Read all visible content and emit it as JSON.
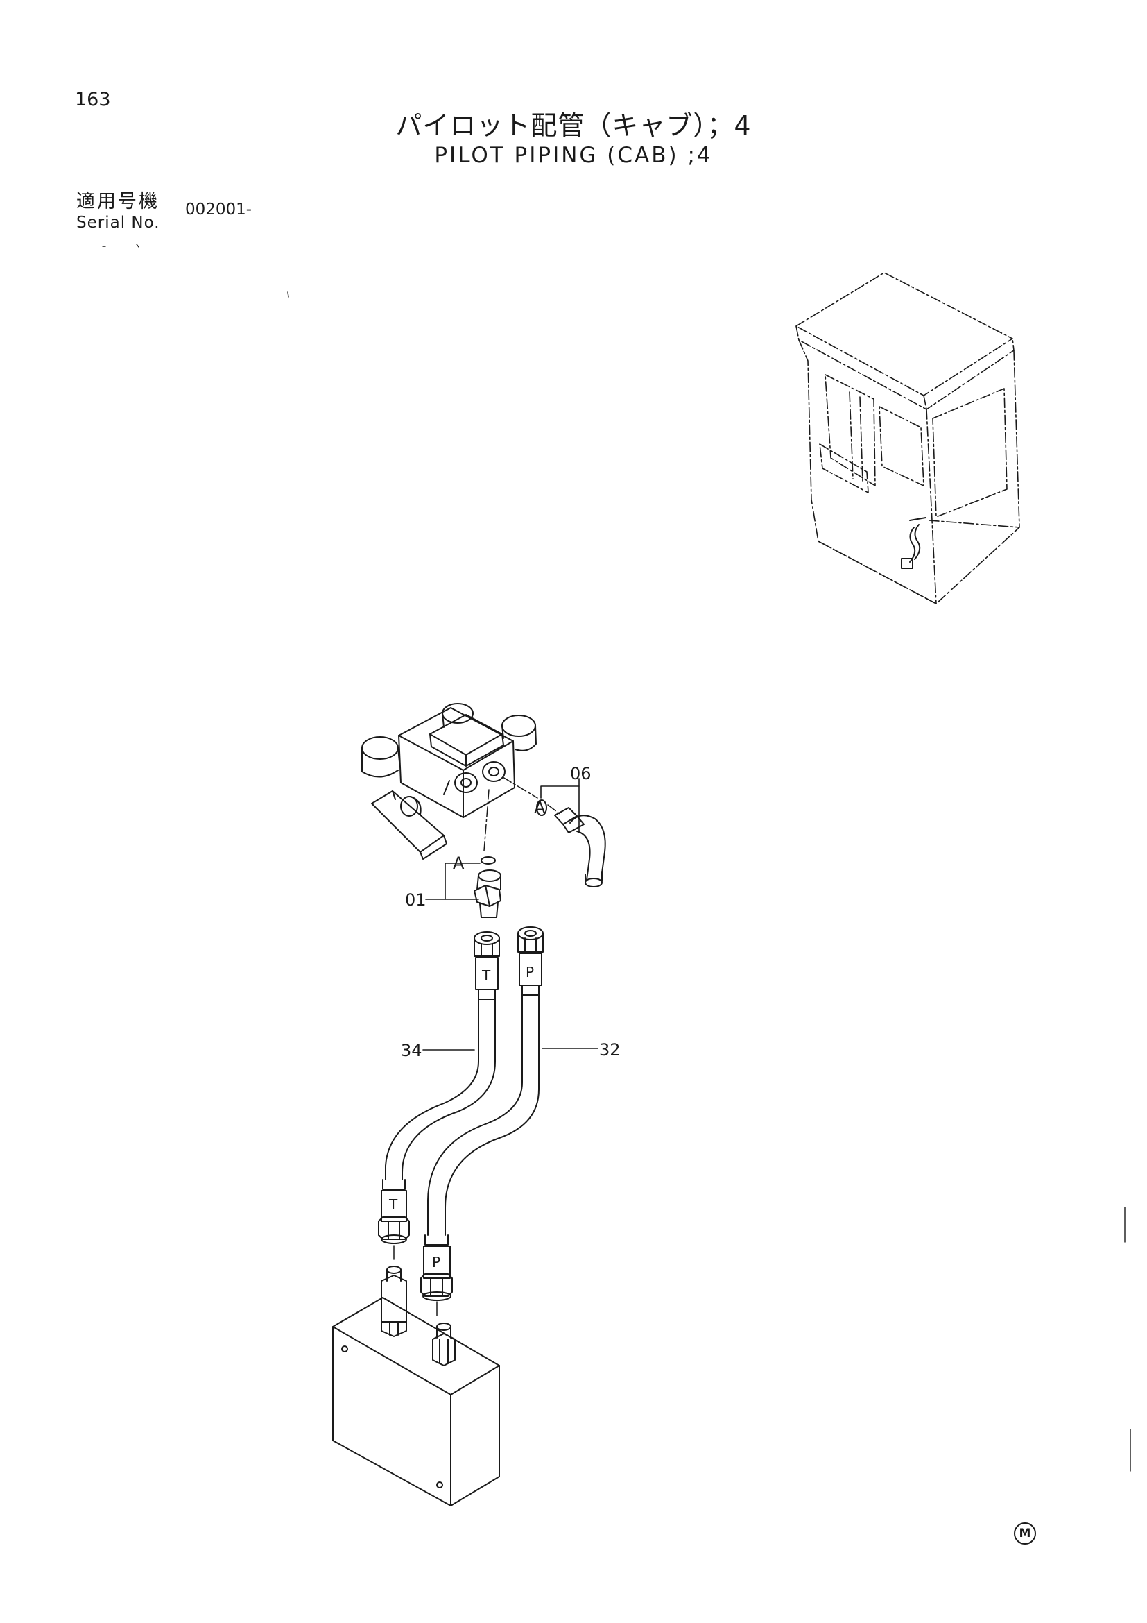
{
  "page": {
    "number": "163",
    "title_jp": "パイロット配管（キャブ）；4",
    "title_en": "PILOT PIPING (CAB) ;4"
  },
  "serial": {
    "label_jp": "適用号機",
    "label_en": "Serial No.",
    "value": "002001-"
  },
  "callouts": {
    "part_06": "06",
    "part_01": "01",
    "part_34": "34",
    "part_32": "32",
    "detail_a_upper": "A",
    "detail_a_lower": "A"
  },
  "hose_tags": {
    "t_upper": "T",
    "p_upper": "P",
    "t_lower": "T",
    "p_lower": "P"
  },
  "mark": "M"
}
